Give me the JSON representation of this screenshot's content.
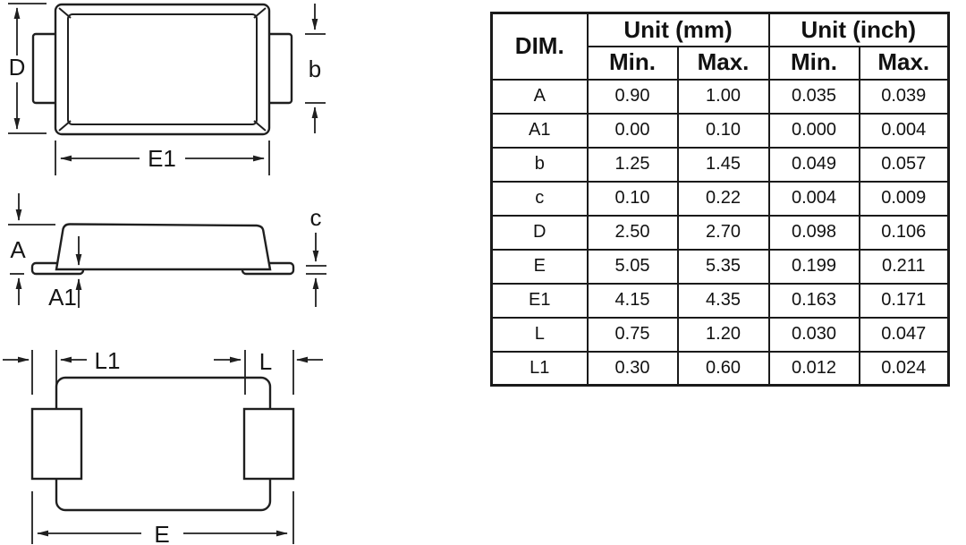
{
  "drawing": {
    "top_view": {
      "d": "D",
      "b": "b",
      "e1": "E1"
    },
    "side_view": {
      "a": "A",
      "a1": "A1",
      "c": "c"
    },
    "bottom_view": {
      "l1": "L1",
      "l": "L",
      "e": "E"
    }
  },
  "table": {
    "headers": {
      "dim": "DIM.",
      "unit_mm": "Unit (mm)",
      "unit_inch": "Unit (inch)",
      "min_mm": "Min.",
      "max_mm": "Max.",
      "min_inch": "Min.",
      "max_inch": "Max."
    },
    "rows": [
      [
        "A",
        "0.90",
        "1.00",
        "0.035",
        "0.039"
      ],
      [
        "A1",
        "0.00",
        "0.10",
        "0.000",
        "0.004"
      ],
      [
        "b",
        "1.25",
        "1.45",
        "0.049",
        "0.057"
      ],
      [
        "c",
        "0.10",
        "0.22",
        "0.004",
        "0.009"
      ],
      [
        "D",
        "2.50",
        "2.70",
        "0.098",
        "0.106"
      ],
      [
        "E",
        "5.05",
        "5.35",
        "0.199",
        "0.211"
      ],
      [
        "E1",
        "4.15",
        "4.35",
        "0.163",
        "0.171"
      ],
      [
        "L",
        "0.75",
        "1.20",
        "0.030",
        "0.047"
      ],
      [
        "L1",
        "0.30",
        "0.60",
        "0.012",
        "0.024"
      ]
    ]
  },
  "colors": {
    "line": "#1f1f1f",
    "text": "#161616",
    "background": "#ffffff"
  }
}
